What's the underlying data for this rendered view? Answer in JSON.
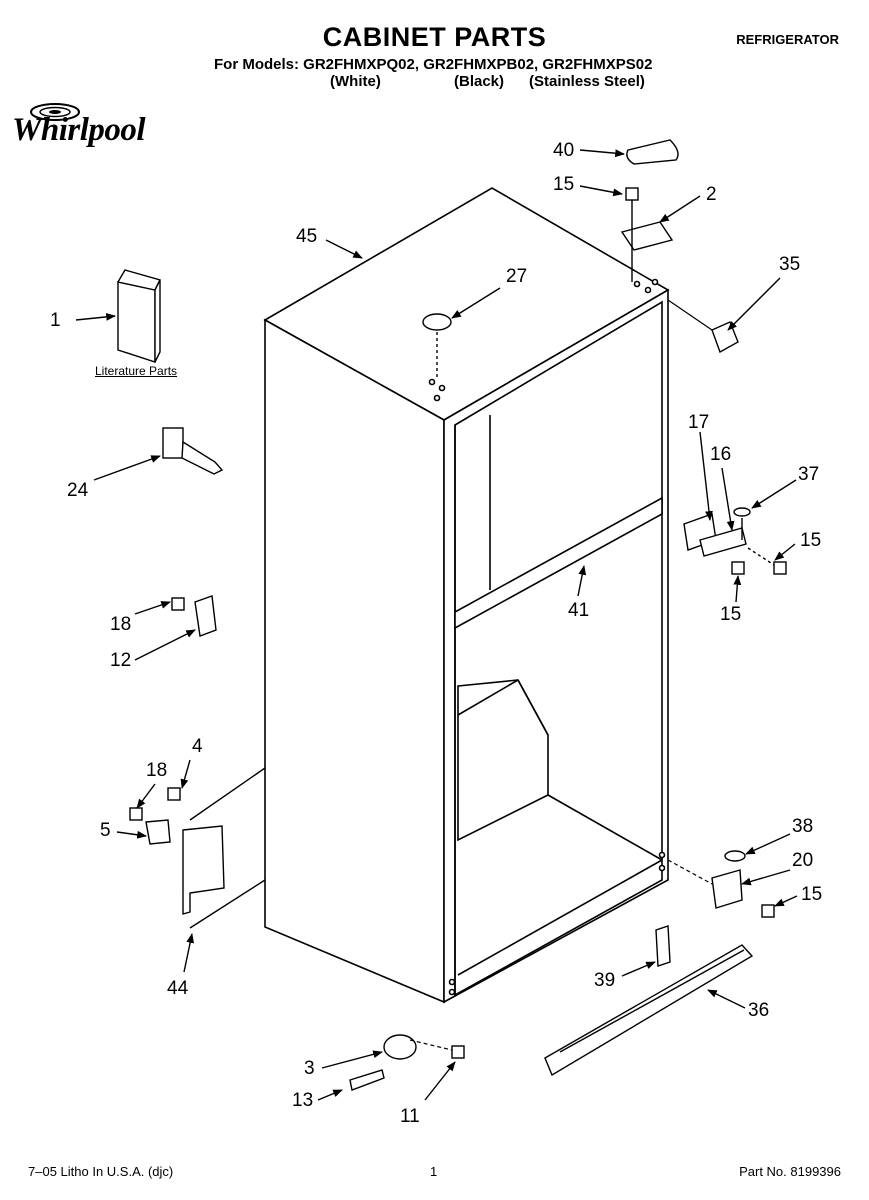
{
  "header": {
    "title": "CABINET PARTS",
    "category": "REFRIGERATOR",
    "models_label": "For Models: GR2FHMXPQ02, GR2FHMXPB02, GR2FHMXPS02",
    "variant_white": "(White)",
    "variant_black": "(Black)",
    "variant_stainless": "(Stainless Steel)"
  },
  "brand": {
    "logo_text": "Whirlpool"
  },
  "literature_label": "Literature Parts",
  "callouts": {
    "p1": "1",
    "p2": "2",
    "p3": "3",
    "p4": "4",
    "p5": "5",
    "p11": "11",
    "p12": "12",
    "p13": "13",
    "p15a": "15",
    "p15b": "15",
    "p15c": "15",
    "p15d": "15",
    "p16": "16",
    "p17": "17",
    "p18a": "18",
    "p18b": "18",
    "p20": "20",
    "p24": "24",
    "p27": "27",
    "p35": "35",
    "p36": "36",
    "p37": "37",
    "p38": "38",
    "p39": "39",
    "p40": "40",
    "p41": "41",
    "p44": "44",
    "p45": "45"
  },
  "footer": {
    "litho": "7–05 Litho In U.S.A. (djc)",
    "page": "1",
    "part_no": "Part No. 8199396"
  }
}
